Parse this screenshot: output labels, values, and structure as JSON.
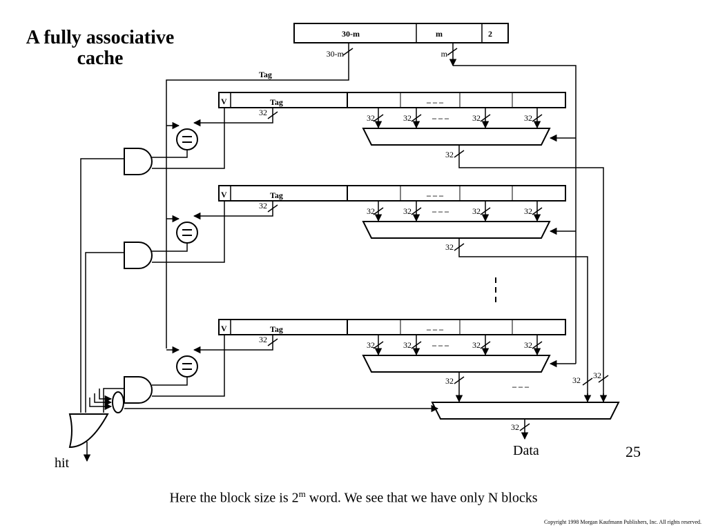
{
  "title_line1": "A fully associative",
  "title_line2": "cache",
  "address": {
    "tag_field": "30-m",
    "index_field": "m",
    "offset_field": "2",
    "tag_width": "30-m",
    "index_width": "m"
  },
  "tag_bus_label": "Tag",
  "block": {
    "valid_label": "V",
    "tag_label": "Tag",
    "ellipsis": "– – –",
    "width_label": "32"
  },
  "ellipsis_dash": "– – –",
  "out_width": "32",
  "data_label": "Data",
  "hit_label": "hit",
  "page_number": "25",
  "caption_pre": "Here the block size is 2",
  "caption_sup": "m",
  "caption_post": " word. We see that we have only N blocks",
  "copyright": "Copyright 1998 Morgan Kaufmann Publishers, Inc. All rights reserved."
}
